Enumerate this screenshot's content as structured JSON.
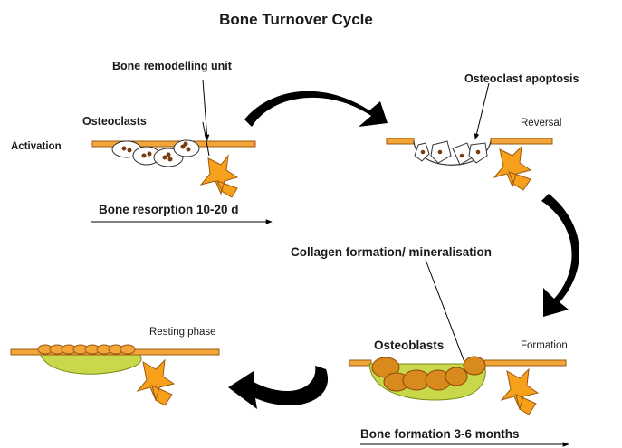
{
  "title": "Bone Turnover Cycle",
  "labels": {
    "remodelling_unit": "Bone remodelling unit",
    "osteoclasts": "Osteoclasts",
    "activation": "Activation",
    "resorption": "Bone resorption 10-20 d",
    "osteoclast_apoptosis": "Osteoclast apoptosis",
    "reversal": "Reversal",
    "collagen": "Collagen formation/ mineralisation",
    "resting": "Resting phase",
    "osteoblasts": "Osteoblasts",
    "formation": "Formation",
    "bone_formation": "Bone formation 3-6 months"
  },
  "colors": {
    "bone": "#f3a53a",
    "bone_edge": "#9a5a10",
    "osteocyte": "#f7a01c",
    "osteoblast": "#d98a1c",
    "osteoid": "#c8d84a",
    "text": "#1a1a1a",
    "arrow": "#000000"
  }
}
